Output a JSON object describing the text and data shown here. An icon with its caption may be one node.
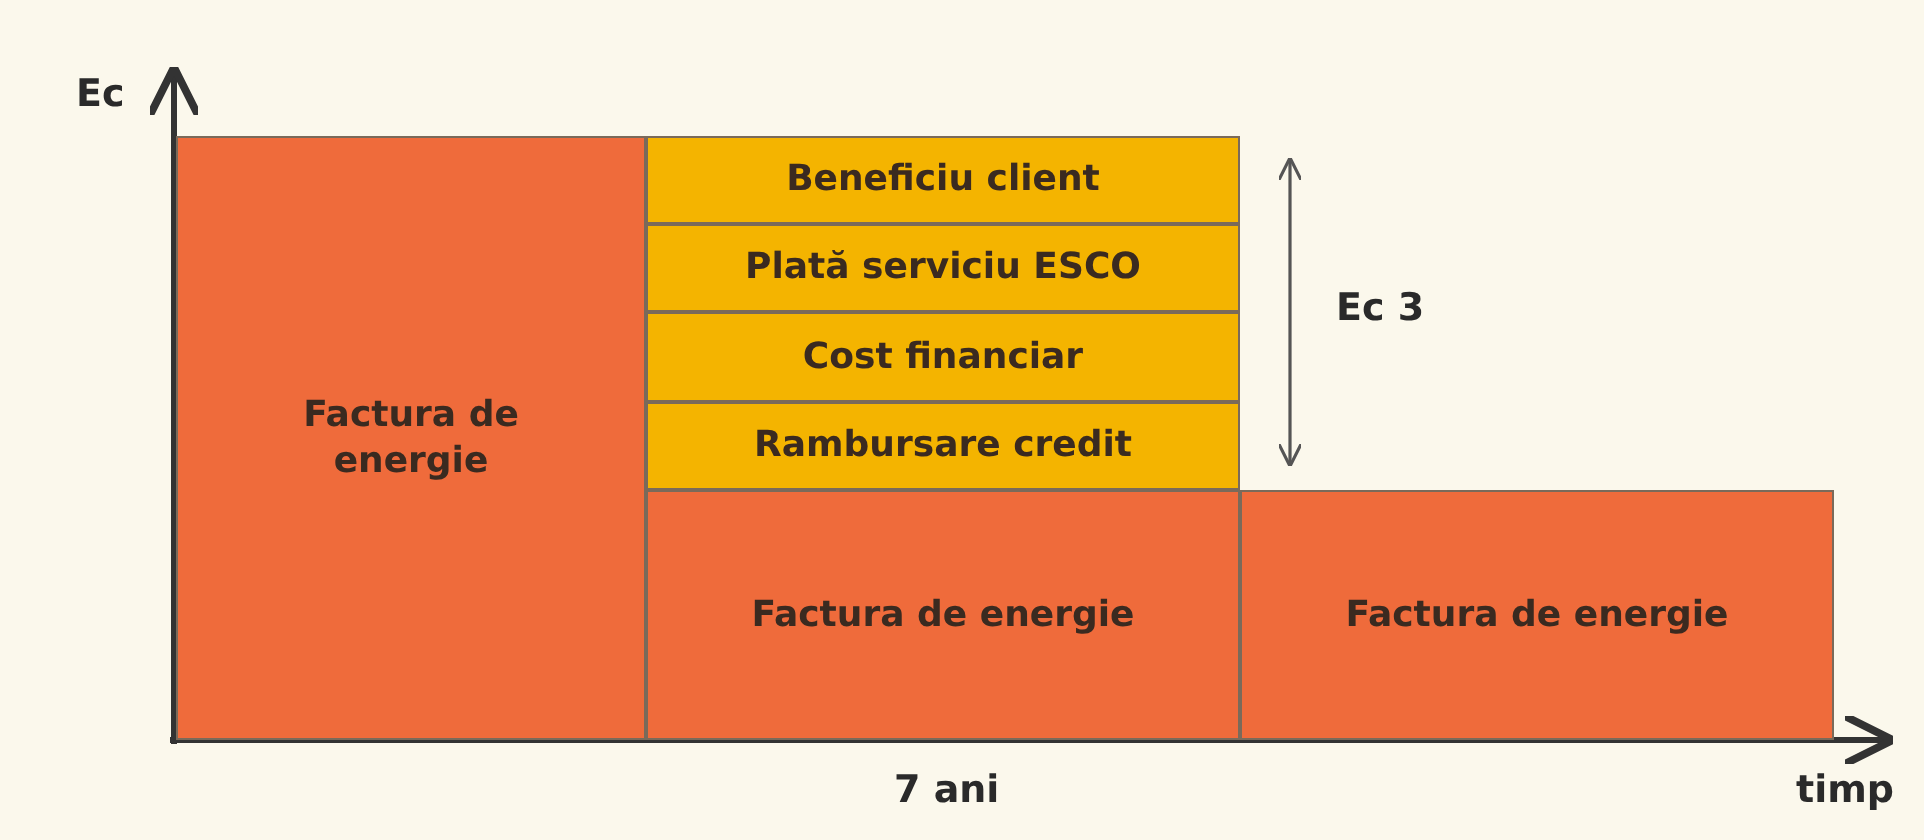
{
  "diagram": {
    "nodes": [
      {
        "text": [
          "Factura de energie"
        ]
      },
      {
        "text": [
          "Beneficiu client"
        ]
      },
      {
        "text": [
          "Plată serviciu ESCO"
        ]
      },
      {
        "text": [
          "Cost financiar"
        ]
      },
      {
        "text": [
          "Rambursare credit"
        ]
      },
      {
        "text": [
          "Factura de energie"
        ]
      },
      {
        "text": [
          "Factura de energie"
        ]
      }
    ],
    "labels": [
      "Ec",
      "Ec 3",
      "7 ani",
      "timp"
    ]
  }
}
